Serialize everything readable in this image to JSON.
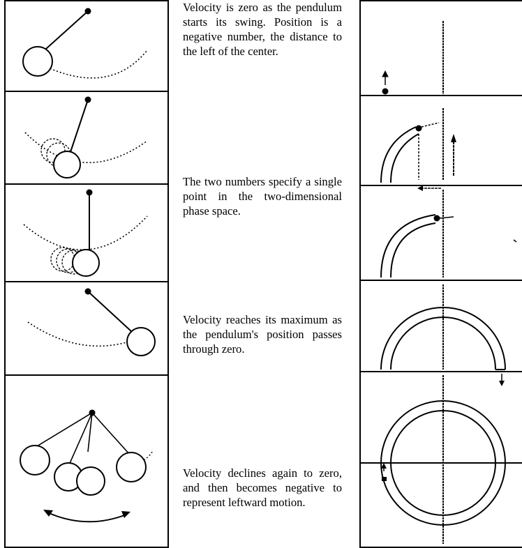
{
  "captions": [
    "Velocity is zero as the pendulum starts its swing. Position is a negative number, the distance to the left of the center.",
    "The two numbers specify a single point in the two-dimensional phase space.",
    "Velocity reaches its maximum as the pendulum's position passes through zero.",
    "Velocity declines again to zero, and then becomes negative to represent leftward motion."
  ],
  "colors": {
    "ink": "#000000",
    "paper": "#ffffff"
  }
}
